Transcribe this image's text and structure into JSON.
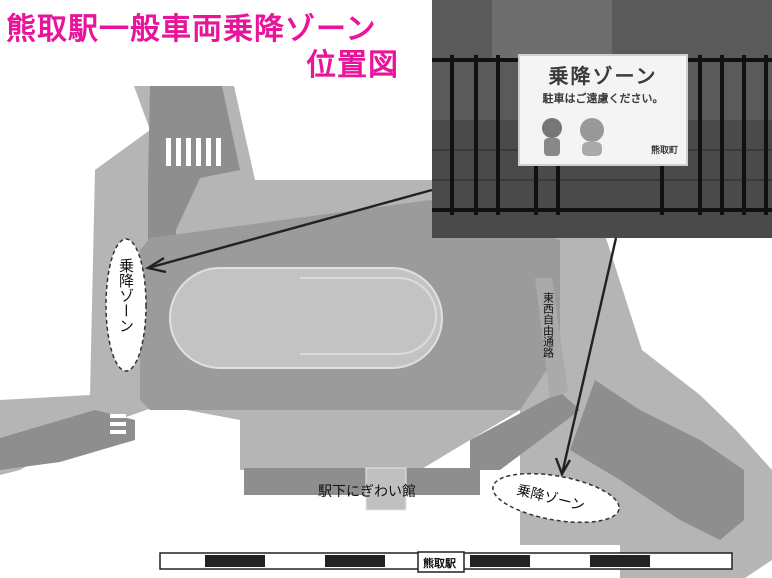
{
  "title": {
    "line1": "熊取駅一般車両乗降ゾーン",
    "line2": "位置図",
    "color": "#e8149a"
  },
  "labels": {
    "zone_left": "乗降ゾーン",
    "zone_bottom": "乗降ゾーン",
    "passage": "東西自由通路",
    "building": "駅下にぎわい館",
    "station": "熊取駅"
  },
  "photo": {
    "sign_title": "乗降ゾーン",
    "sign_text": "駐車はご遠慮ください。",
    "sign_town": "熊取町"
  },
  "colors": {
    "road_light": "#b5b5b5",
    "road_dark": "#8e8e8e",
    "rotary": "#9b9b9b",
    "island": "#c3c3c3"
  }
}
